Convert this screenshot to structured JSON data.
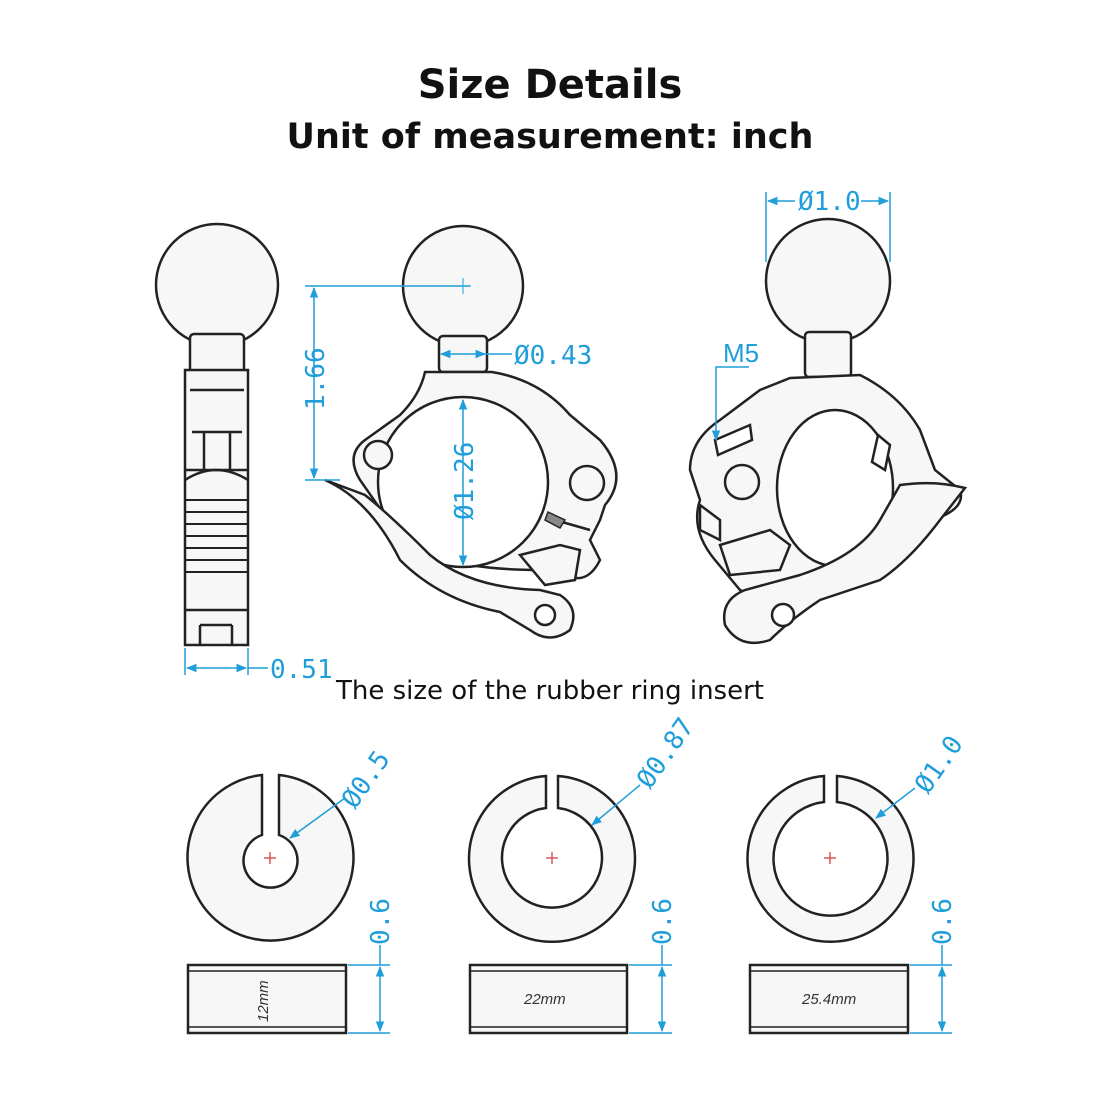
{
  "header": {
    "title": "Size Details",
    "unit_line": "Unit of measurement: inch"
  },
  "section_label": "The size of the rubber ring insert",
  "mount_dimensions": {
    "ball_diameter": "Ø1.0",
    "neck_diameter": "Ø0.43",
    "height": "1.66",
    "clamp_inner_diameter": "Ø1.26",
    "thread": "M5",
    "side_width": "0.51"
  },
  "rings": [
    {
      "inner_diameter": "Ø0.5",
      "height": "0.6",
      "size_label": "12mm"
    },
    {
      "inner_diameter": "Ø0.87",
      "height": "0.6",
      "size_label": "22mm"
    },
    {
      "inner_diameter": "Ø1.0",
      "height": "0.6",
      "size_label": "25.4mm"
    }
  ],
  "colors": {
    "dimension": "#1f9ed9",
    "outline": "#222222",
    "part_fill": "#f7f7f7",
    "center_mark": "#d04040"
  }
}
